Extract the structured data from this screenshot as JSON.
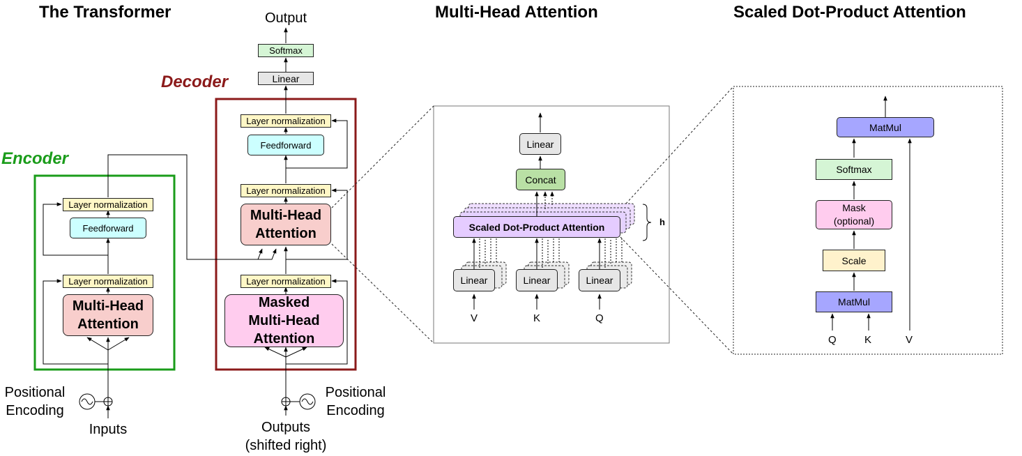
{
  "titles": {
    "transformer": "The Transformer",
    "multi_head": "Multi-Head Attention",
    "scaled": "Scaled Dot-Product Attention"
  },
  "groups": {
    "encoder": "Encoder",
    "decoder": "Decoder"
  },
  "encoder": {
    "layer_norm_top": "Layer normalization",
    "feedforward": "Feedforward",
    "layer_norm_bottom": "Layer normalization",
    "attention": "Multi-Head\nAttention",
    "positional": "Positional\nEncoding",
    "inputs": "Inputs"
  },
  "decoder": {
    "output": "Output",
    "softmax": "Softmax",
    "linear": "Linear",
    "layer_norm_1": "Layer normalization",
    "feedforward": "Feedforward",
    "layer_norm_2": "Layer normalization",
    "attention": "Multi-Head\nAttention",
    "layer_norm_3": "Layer normalization",
    "masked_attention": "Masked\nMulti-Head\nAttention",
    "positional": "Positional\nEncoding",
    "outputs": "Outputs\n(shifted right)"
  },
  "mha": {
    "linear_top": "Linear",
    "concat": "Concat",
    "sdpa": "Scaled Dot-Product Attention",
    "h": "h",
    "linear_v": "Linear",
    "linear_k": "Linear",
    "linear_q": "Linear",
    "v": "V",
    "k": "K",
    "q": "Q"
  },
  "sdpa": {
    "matmul_top": "MatMul",
    "softmax": "Softmax",
    "mask": "Mask\n(optional)",
    "scale": "Scale",
    "matmul_bottom": "MatMul",
    "q": "Q",
    "k": "K",
    "v": "V"
  },
  "colors": {
    "layer_norm": "#fff7c6",
    "feedforward": "#ccffff",
    "attention": "#f8cecc",
    "masked_attention": "#ffccee",
    "softmax": "#d5f5d5",
    "linear": "#e6e6e6",
    "concat": "#b9e0a5",
    "sdpa": "#e5ccff",
    "matmul": "#a6a6ff",
    "mask": "#ffccee",
    "scale": "#fff2cc",
    "encoder_border": "#1a9c1a",
    "decoder_border": "#8b1a1a"
  }
}
